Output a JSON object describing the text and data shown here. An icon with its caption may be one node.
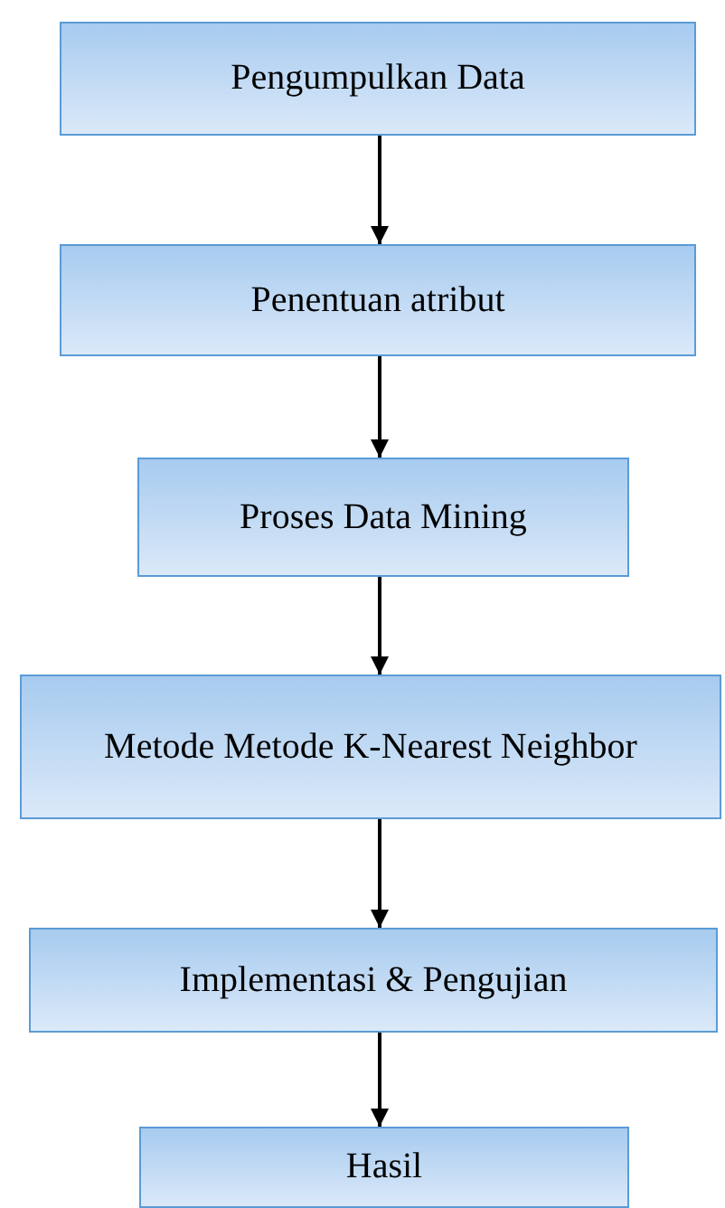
{
  "diagram": {
    "nodes": [
      {
        "text": [
          "Pengumpulkan Data"
        ]
      },
      {
        "text": [
          "Penentuan atribut"
        ]
      },
      {
        "text": [
          "Proses Data Mining"
        ]
      },
      {
        "text": [
          "Metode Metode K-Nearest Neighbor"
        ]
      },
      {
        "text": [
          "Implementasi & Pengujian"
        ]
      },
      {
        "text": [
          "Hasil"
        ]
      }
    ],
    "edges": [
      {
        "from": 0,
        "to": 1,
        "arrow": "to"
      },
      {
        "from": 1,
        "to": 2,
        "arrow": "to"
      },
      {
        "from": 2,
        "to": 3,
        "arrow": "to"
      },
      {
        "from": 3,
        "to": 4,
        "arrow": "to"
      },
      {
        "from": 4,
        "to": 5,
        "arrow": "to"
      }
    ]
  }
}
